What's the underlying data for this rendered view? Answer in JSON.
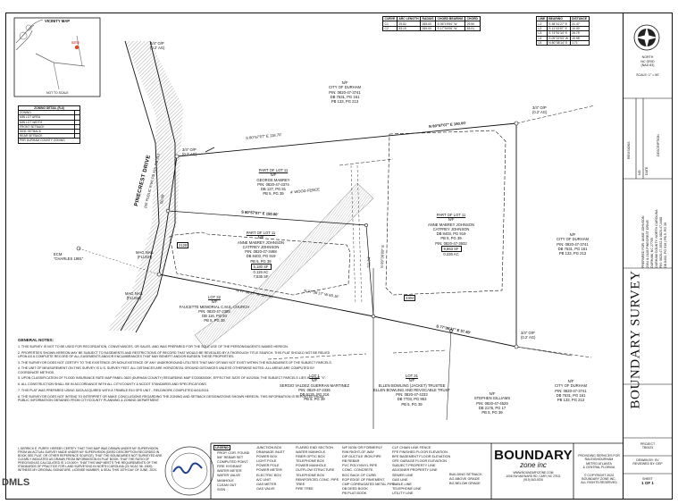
{
  "vicinity": {
    "title": "VICINITY MAP",
    "site_label": "SITE",
    "scale": "NOT TO SCALE"
  },
  "site_info": {
    "title": "ZONING DETAIL (R-6)",
    "rows": [
      "ZONING",
      "MIN LOT AREA",
      "MIN LOT WIDTH",
      "FRONT SETBACK",
      "SIDE SETBACK",
      "REAR SETBACK"
    ],
    "note": "PER DURHAM COUNTY ZONING"
  },
  "curve_table": {
    "headers": [
      "CURVE",
      "ARC LENGTH",
      "RADIUS",
      "CHORD BEARING",
      "CHORD"
    ],
    "rows": [
      [
        "C1",
        "29.52",
        "265.00",
        "S 06°19'54\" W",
        "29.50"
      ],
      [
        "C2",
        "53.10",
        "265.00",
        "S 17°54'06\" W",
        "53.01"
      ]
    ]
  },
  "line_table": {
    "headers": [
      "LINE",
      "BEARING",
      "DISTANCE"
    ],
    "rows": [
      [
        "L1",
        "S 38°41'27\" E",
        "21.47'"
      ],
      [
        "L2",
        "S 11°43'57\" E",
        "10.00'"
      ],
      [
        "L3",
        "S 74°51'34\" E",
        "26.75'"
      ],
      [
        "L4",
        "S 09°22'53\" W",
        "19.98'"
      ],
      [
        "L5",
        "N 80°38'14\" E",
        "1.71'"
      ]
    ]
  },
  "north": {
    "label": "NORTH",
    "datum": "NC GRID",
    "nad": "(NAD 83)",
    "scale_label": "SCALE: 1\" = 50'"
  },
  "plat": {
    "street": "PINECREST DRIVE",
    "street_row": "(60' PUBLIC R/W)",
    "street_ref": "PB 133, PG 213",
    "right_parcel_top": [
      "N/F",
      "CITY OF DURHAM",
      "PIN: 0820-47-3741",
      "DB 7631, PG 161",
      "PB 133, PG 213"
    ],
    "right_parcel_mid": [
      "N/F",
      "CITY OF DURHAM",
      "PIN: 0820-47-3741",
      "DB 7631, PG 161",
      "PB 133, PG 213"
    ],
    "right_parcel_low": [
      "N/F",
      "CITY OF DURHAM",
      "PIN: 0820-47-3741",
      "DB 7631, PG 161",
      "PB 133, PG 213"
    ],
    "lot11_part_a": [
      "PART OF LOT 11",
      "N/F",
      "GEORGE MABREY",
      "PIN: 0820-47-3374",
      "DB 127, PG 81",
      "PB 5, PG 39"
    ],
    "lot11_main": [
      "PART OF LOT 11",
      "N/F",
      "ANNE MABREY JOHNSON",
      "CATFREY JOHNSON",
      "DB 8403, PG 919",
      "PB 5, PG 39",
      "PIN: 0820-47-3932",
      "9,863 SF",
      "0.226 AC"
    ],
    "lot11_left": [
      "PART OF LOT 11",
      "N/F",
      "ANNE MABREY JOHNSON",
      "CATFREY JOHNSON",
      "PIN: 0820-47-3468",
      "DB 8403, PG 919",
      "PB 5, PG 39",
      "5,180 SF",
      "0.119 AC",
      "7,535 SF"
    ],
    "lot32": [
      "LOT 32",
      "N/F",
      "FAUCETTE MEMORIAL C.M.E. CHURCH",
      "PIN: 0820-47-2385",
      "DB 116, PG 94",
      "PB 5, PG 39"
    ],
    "lot1": [
      "LOT 1",
      "N/F",
      "SERGIO VALDEZ GUERRAN MARTINEZ",
      "PIN: 0820-47-2336",
      "DB 9125, PG 316",
      "PB 5, PG 39"
    ],
    "lot31": [
      "LOT 31",
      "N/F",
      "ELLEN BOWLING (JACKET) TRUSTEE",
      "ELLEN BOWLING AND REVOCABLE TRUST",
      "PIN: 0820-47-4233",
      "DB 7703, PG 953",
      "PB 5, PG 39"
    ],
    "stephen": [
      "N/F",
      "STEPHEN GILLIAMS",
      "PIN: 0820-47-4529",
      "DB 2176, PG 17",
      "PB 5, PG 39"
    ],
    "ecm": [
      "ECM",
      "\"CHARLES 1981\""
    ],
    "mag_nail_1": [
      "MAG NAIL",
      "(FLUSH)"
    ],
    "mag_nail_2": [
      "MAG NAIL",
      "(FLUSH)"
    ],
    "iron_pin": [
      "3/4\" O/P",
      "(0.2' AG)"
    ],
    "fence": "4' WOOD FENCE",
    "bearings": {
      "top": "N 80°57'07\" E 150.00'",
      "top_left": "S 80°57'07\" E 118.70'",
      "mid": "S 80°57'07\" E 150.00'",
      "low": "N 77°36'17\" W 60.16'",
      "bottom": "N 77°36'17\" W 127.70'",
      "bottom2": "S 77°36'17\" E 57.40'",
      "right_line": "N 09°36'09\" E",
      "dist_left": "50.00'",
      "dist_mid": "111.84'"
    },
    "addr_left": "2128",
    "addr_right": "2304"
  },
  "notes": {
    "title": "GENERAL NOTES:",
    "items": [
      "1. THIS SURVEY IS NOT TO BE USED FOR RECORDATION, CONVEYANCES, OR SALES, AND WAS PREPARED FOR THE SOLE USE OF THE PERSONS/AGENTS NAMED HEREON.",
      "2. PROPERTIES SHOWN HEREON MAY BE SUBJECT TO EASEMENTS AND RESTRICTIONS OF RECORD THAT WOULD BE REVEALED BY A THOROUGH TITLE SEARCH. THIS PLAT SHOULD NOT BE RELIED UPON AS A COMPLETE RECORD OF ALL EASEMENTS AND/OR ENCUMBRANCES THAT MAY BENEFIT AND/OR BURDEN THESE PROPERTIES.",
      "3. THE SURVEYOR DOES NOT CERTIFY TO THE EXISTENCE OR NON-EXISTENCE OF ANY UNDERGROUND UTILITIES THAT MAY OR MAY NOT EXIST WITHIN THE BOUNDARIES OF THE SUBJECT PARCELS.",
      "4. THE UNIT OF MEASUREMENT ON THIS SURVEY IS U.S. SURVEY FEET. ALL DISTANCES ARE HORIZONTAL GROUND DISTANCES UNLESS OTHERWISE NOTED. ALL AREAS ARE COMPUTED BY COORDINATE METHOD.",
      "5. UPON CLASSIFICATION OF FLOOD INSURANCE RATE MAP PANEL 0820 (DURHAM COUNTY) REGARDING MAP 3720082000K, EFFECTIVE DATE OF 6/2/2006, THE SUBJECT PARCELS LIES IN ZONE \"X\".",
      "6. ALL CONSTRUCTION SHALL BE IN ACCORDANCE WITH ALL CITY/COUNTY & NCDOT STANDARDS AND SPECIFICATIONS.",
      "7. THIS PLAT WAS PREPARED USING DATA ACQUIRED WITH A TRIMBLE R10 GPS UNIT - FIELDWORK COMPLETED 6/01/2024.",
      "8. THE SURVEYOR DOES NOT INTEND TO INTERPRET OR MAKE CONCLUSIONS REGARDING THE ZONING AND SETBACK DESIGNATIONS SHOWN HEREON. THIS INFORMATION IS REPORTED FROM PUBLIC INFORMATION OBTAINED FROM CITY/COUNTY PLANNING & ZONING DEPARTMENT."
    ]
  },
  "certification": "I, DERRICK E. PURRY, HEREBY CERTIFY THAT THIS MAP WAS DRAWN UNDER MY SUPERVISION FROM AN ACTUAL SURVEY MADE UNDER MY SUPERVISION (DEED DESCRIPTION RECORDED IN BOOK SEE PLAT, OR OTHER REFERENCE SOURCE); THAT THE BOUNDARIES NOT SURVEYED ARE CLEARLY INDICATED AS DRAWN FROM INFORMATION IN PLAT BOOK; THAT THE RATIO OF PRECISION AS CALCULATED IS 1:10,000+; THAT THIS MAP MEETS THE REQUIREMENTS OF THE STANDARDS OF PRACTICE FOR LAND SURVEYING IN NORTH CAROLINA (21 NCAC 56. 1600). WITNESS MY ORIGINAL SIGNATURE, LICENSE NUMBER, & SEAL THIS 10TH DAY OF JUNE, 2024.",
  "legend": {
    "title": "LEGEND",
    "col1": [
      "PROP. COR. FOUND",
      "5/8\" REBAR SET",
      "COMPUTED POINT",
      "FIRE HYDRANT",
      "WATER METER",
      "WATER VALVE",
      "MANHOLE",
      "CLEAN OUT",
      "SIGN"
    ],
    "col2": [
      "JUNCTION BOX",
      "DRAINAGE INLET",
      "POWER BOX",
      "LIGHT POLE",
      "POWER POLE",
      "POWER METER",
      "ELECTRIC BOX",
      "A/C UNIT",
      "GAS METER",
      "GAS VALVE"
    ],
    "col3": [
      "FLARED END SECTION",
      "WATER MANHOLE",
      "FIBER OPTIC BOX",
      "TELEPHONE BOX",
      "POWER MANHOLE",
      "OUTFLOW STRUCTURE",
      "TELEPHONE BOX",
      "REINFORCED CONC. PIPE",
      "TREE",
      "FIRE TREE"
    ],
    "col4": [
      "N/F NOW OR FORMERLY",
      "R/W RIGHT-OF-WAY",
      "DIP DUCTILE IRON PIPE",
      "RB REBAR",
      "PVC POLYVINYL PIPE",
      "CONC. CONCRETE",
      "BOC BACK OF CURB",
      "EOP EDGE OF PAVEMENT",
      "CMP CORRUGATED METAL PIPE",
      "DB DEED BOOK",
      "PB PLAT BOOK"
    ],
    "col5": [
      "CLF CHAIN LINK FENCE",
      "FFE FINISHED FLOOR ELEVATION",
      "BFE BASEMENT FLOOR ELEVATION",
      "GFE GARAGE FLOOR ELEVATION",
      "SUBJECT PROPERTY LINE",
      "ADJOINER PROPERTY LINE",
      "SEWER LINE",
      "GAS LINE",
      "CABLE LINE",
      "TELEPHONE LINE",
      "UTILITY LINE"
    ],
    "col6": [
      "BUILDING SETBACK",
      "AG ABOVE GRADE",
      "BG BELOW GRADE"
    ]
  },
  "firm": {
    "name1": "BOUNDARY",
    "name2": "zone inc",
    "address": "WWW.BOUNDARYZONE.COM",
    "phone": "(919) 363-9226",
    "street": "1006 SW MAYNARD RD, CARY, NC 27511",
    "services": [
      "PROVIDING SERVICES FOR",
      "RALEIGH/DURHAM",
      "METRO ATLANTA",
      "& CENTRAL FLORIDA"
    ],
    "copyright": [
      "© COPYRIGHT 2024",
      "BOUNDARY ZONE INC.",
      "ALL RIGHTS RESERVED"
    ]
  },
  "title_block": {
    "sheet_title": "BOUNDARY SURVEY",
    "for_label": "PREPARED FOR: ANNE JOHNSON",
    "parcel_lines": [
      "2304 & 2128 PINECREST DRIVE",
      "DURHAM, NC 27705",
      "DURHAM COUNTY, NORTH CAROLINA",
      "PIN: 0820-47-3932 & 0820-47-3468",
      "DB 8403, PG 919 | PB 5, PG 39"
    ],
    "project_label": "PROJECT",
    "project_no": "TB0423",
    "drawn_by": "DRAWN BY: SV",
    "checked_by": "REVIEWED BY: DEP",
    "sheet_label": "SHEET",
    "sheet_no": "1 OF 1",
    "revisions": "REVISIONS",
    "rev_cols": [
      "NO.",
      "DATE",
      "DESCRIPTION"
    ]
  },
  "watermark": "DMLS"
}
